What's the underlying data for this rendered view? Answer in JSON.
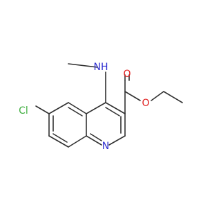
{
  "atoms": [
    {
      "id": "cl",
      "label": "Cl",
      "color": "#3fae3f"
    },
    {
      "id": "nh",
      "label": "NH",
      "color": "#2c2cd0"
    },
    {
      "id": "o_ester",
      "label": "O",
      "color": "#e01e1e"
    },
    {
      "id": "o_carbonyl",
      "label": "O",
      "color": "#e01e1e"
    },
    {
      "id": "n_ring",
      "label": "N",
      "color": "#2c2cd0"
    }
  ],
  "bond_color": "#303030"
}
